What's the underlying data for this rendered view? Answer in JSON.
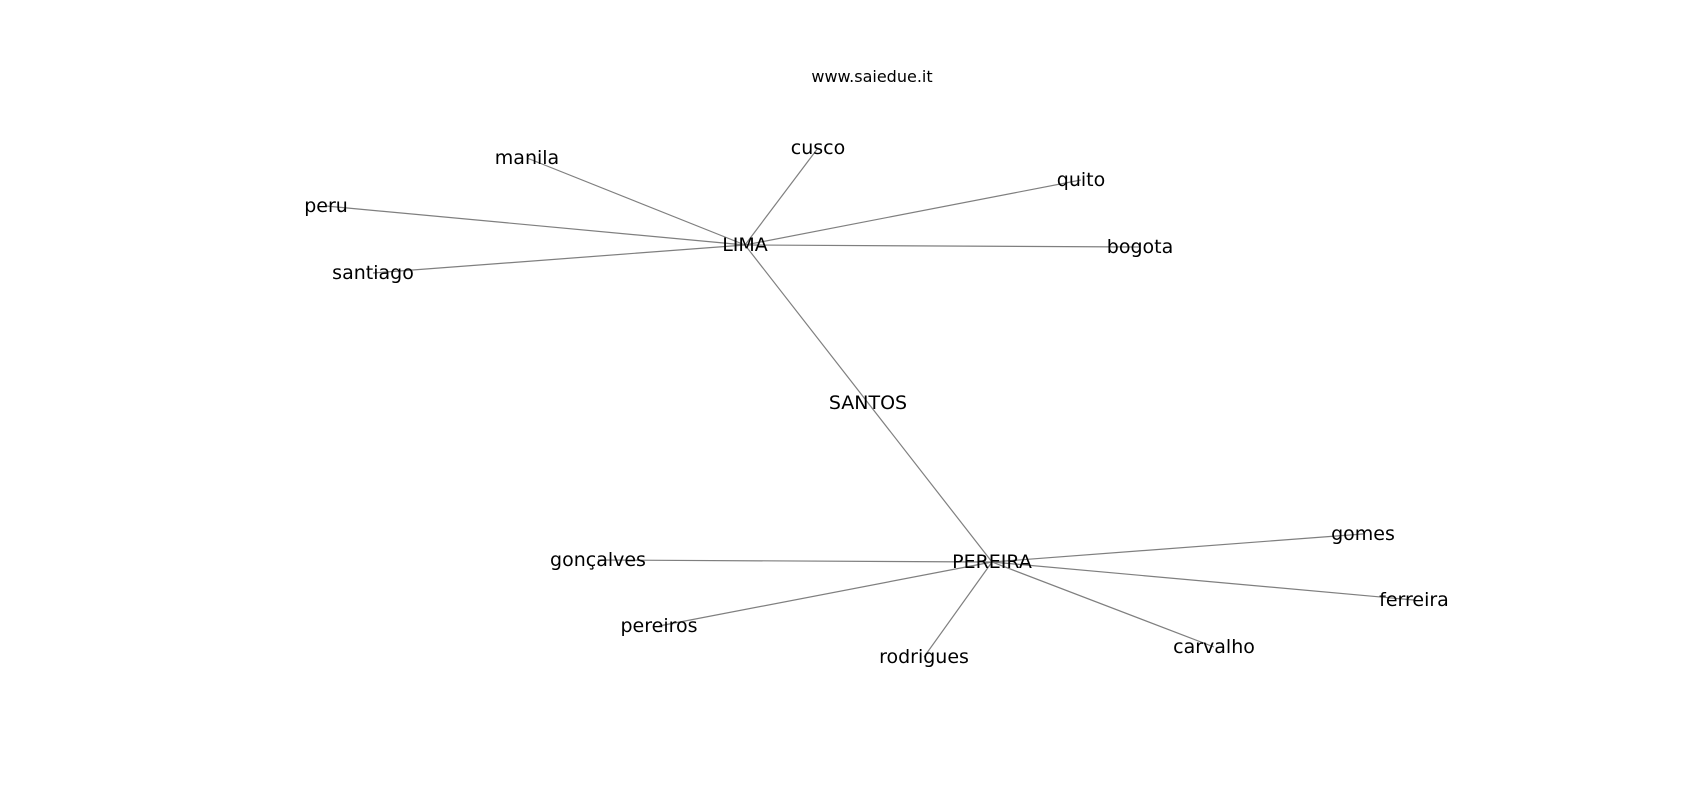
{
  "watermark": "www.saiedue.it",
  "nodes": {
    "lima": "LIMA",
    "santos": "SANTOS",
    "pereira": "PEREIRA",
    "manila": "manila",
    "cusco": "cusco",
    "quito": "quito",
    "peru": "peru",
    "santiago": "santiago",
    "bogota": "bogota",
    "goncalves": "gonçalves",
    "pereiros": "pereiros",
    "rodrigues": "rodrigues",
    "carvalho": "carvalho",
    "gomes": "gomes",
    "ferreira": "ferreira"
  },
  "edges": [
    [
      "lima",
      "manila"
    ],
    [
      "lima",
      "cusco"
    ],
    [
      "lima",
      "quito"
    ],
    [
      "lima",
      "peru"
    ],
    [
      "lima",
      "santiago"
    ],
    [
      "lima",
      "bogota"
    ],
    [
      "lima",
      "pereira"
    ],
    [
      "pereira",
      "goncalves"
    ],
    [
      "pereira",
      "pereiros"
    ],
    [
      "pereira",
      "rodrigues"
    ],
    [
      "pereira",
      "carvalho"
    ],
    [
      "pereira",
      "ferreira"
    ],
    [
      "pereira",
      "gomes"
    ]
  ],
  "colors": {
    "edge": "#7f7f7f",
    "label": "#000000",
    "background": "#ffffff"
  }
}
